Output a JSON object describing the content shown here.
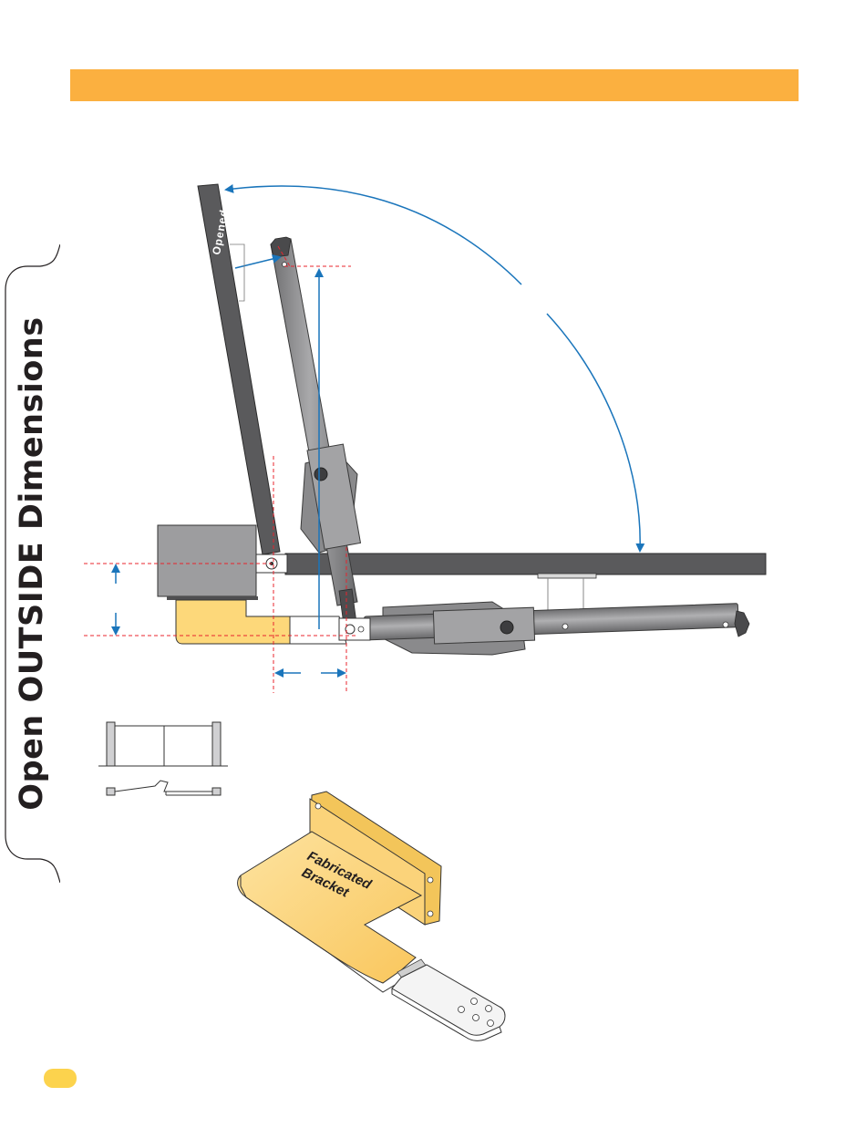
{
  "title": "Open OUTSIDE Dimensions",
  "labels": {
    "gate_opened": "Opened",
    "bracket_line1": "Fabricated",
    "bracket_line2": "Bracket"
  },
  "colors": {
    "header_bar": "#fbb040",
    "bracket": "#fdd87a",
    "dimension_arrow": "#1a75bb",
    "reference_line": "#e8242e",
    "gate_panel": "#5a5a5c",
    "operator_body": "#8e8e90"
  }
}
